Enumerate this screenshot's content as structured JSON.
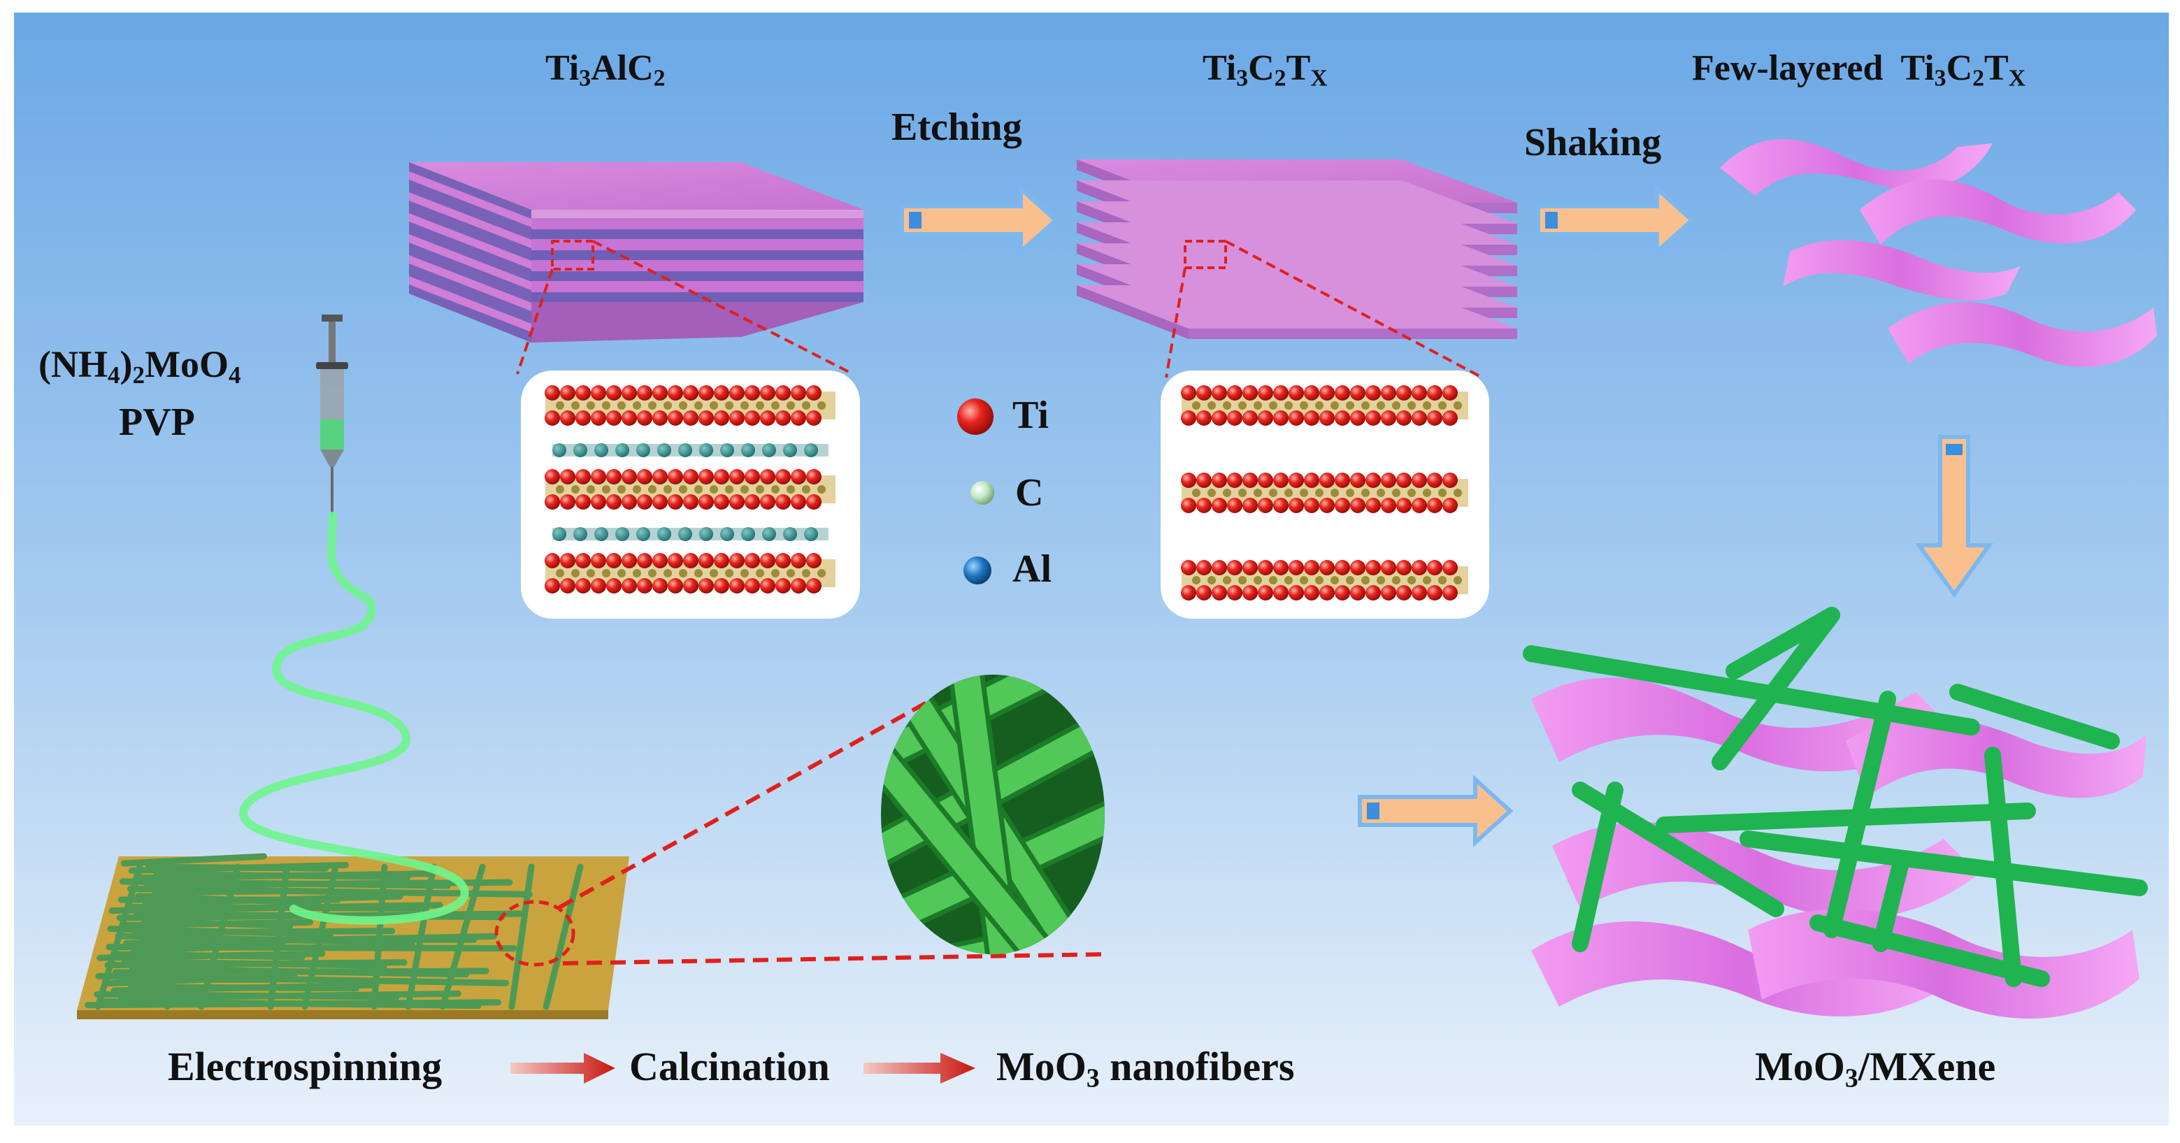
{
  "labels": {
    "ti3alc2": {
      "base": "Ti",
      "sub1": "3",
      "mid": "AlC",
      "sub2": "2"
    },
    "ti3c2tx": {
      "t1": "Ti",
      "s1": "3",
      "t2": "C",
      "s2": "2",
      "t3": "T",
      "s3": "X"
    },
    "few_layered": {
      "prefix": "Few-layered  ",
      "t1": "Ti",
      "s1": "3",
      "t2": "C",
      "s2": "2",
      "t3": "T",
      "s3": "X"
    },
    "etching": "Etching",
    "shaking": "Shaking",
    "precursor": {
      "p1": "(NH",
      "s1": "4",
      "p2": ")",
      "s2": "2",
      "p3": "MoO",
      "s3": "4"
    },
    "pvp": "PVP",
    "legend": {
      "ti": "Ti",
      "c": "C",
      "al": "Al"
    },
    "electrospinning": "Electrospinning",
    "calcination": "Calcination",
    "moo3_nanofibers": {
      "p1": "MoO",
      "s1": "3",
      "p2": " nanofibers"
    },
    "composite": {
      "p1": "MoO",
      "s1": "3",
      "p2": "/MXene"
    }
  },
  "colors": {
    "background_top": "#6aa8e6",
    "background_bottom": "#e4eff9",
    "mxene_pink": "#e58be8",
    "fiber_green": "#2fbf55",
    "arrow_fill": "#f9c08e",
    "arrow_edge": "#7bb8f0",
    "dashed_red": "#e0201c",
    "ti_atom": "#e8231d",
    "c_atom": "#c4e8c4",
    "al_atom": "#1f76c2"
  },
  "icons": {
    "syringe": "syringe-icon",
    "process_arrow": "right-arrow-icon",
    "down_arrow": "down-arrow-icon"
  }
}
